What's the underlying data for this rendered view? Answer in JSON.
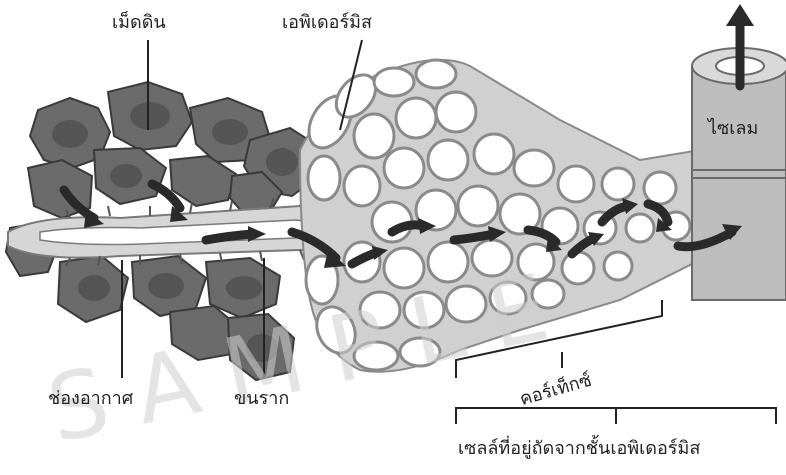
{
  "labels": {
    "soil_particle": "เม็ดดิน",
    "epidermis": "เอพิเดอร์มิส",
    "xylem": "ไซเลม",
    "air_space": "ช่องอากาศ",
    "root_hair": "ขนราก",
    "cortex": "คอร์เท็กซ์",
    "inner_cells": "เซลล์ที่อยู่ถัดจากชั้นเอพิเดอร์มิส"
  },
  "watermark": "SAMPLE",
  "colors": {
    "soil": "#6b6b6b",
    "soil_dark": "#4a4a4a",
    "cell_wall": "#9a9a9a",
    "cell_inner": "#ffffff",
    "tissue_bg": "#cfcfcf",
    "xylem": "#bdbdbd",
    "arrow": "#2a2a2a"
  }
}
